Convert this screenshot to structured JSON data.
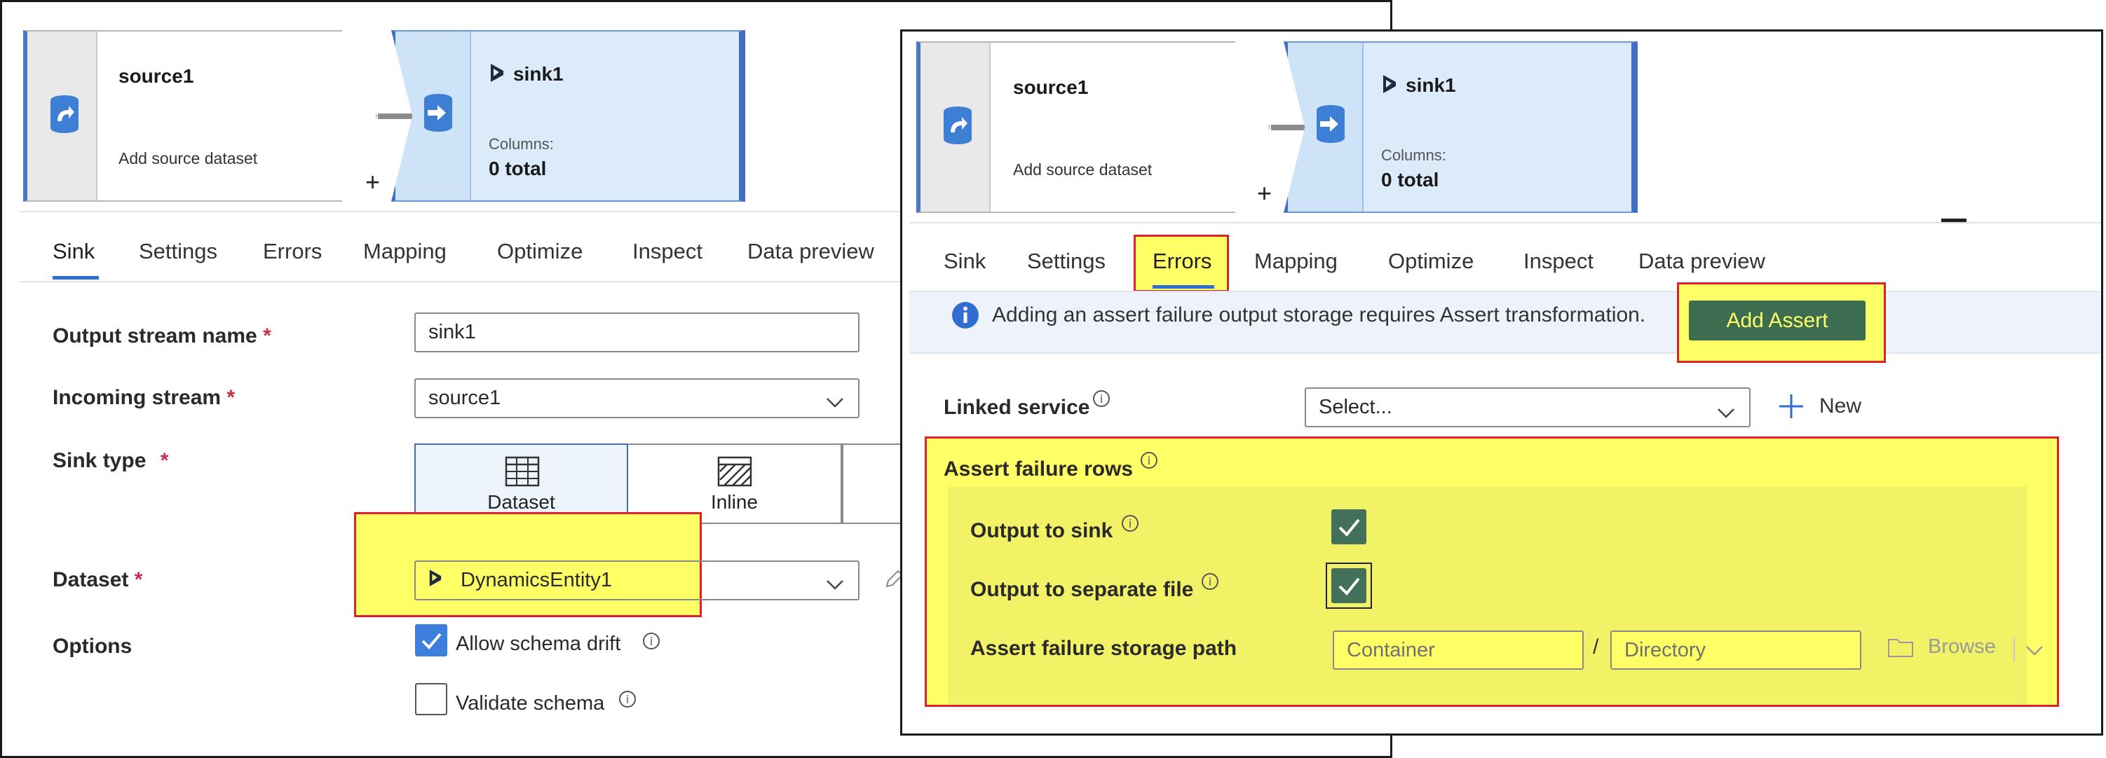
{
  "left": {
    "source_node": {
      "title": "source1",
      "subtitle": "Add source dataset"
    },
    "sink_node": {
      "title": "sink1",
      "columns_label": "Columns:",
      "columns_value": "0 total"
    },
    "add_symbol": "+",
    "tabs": [
      "Sink",
      "Settings",
      "Errors",
      "Mapping",
      "Optimize",
      "Inspect",
      "Data preview"
    ],
    "active_tab": "Sink",
    "form": {
      "output_stream_label": "Output stream name",
      "output_stream_value": "sink1",
      "incoming_stream_label": "Incoming stream",
      "incoming_stream_value": "source1",
      "sink_type_label": "Sink type",
      "sink_type_options": [
        "Dataset",
        "Inline"
      ],
      "dataset_label": "Dataset",
      "dataset_value": "DynamicsEntity1",
      "options_label": "Options",
      "allow_schema_drift_label": "Allow schema drift",
      "allow_schema_drift_checked": true,
      "validate_schema_label": "Validate schema",
      "validate_schema_checked": false,
      "required_mark": "*"
    }
  },
  "right": {
    "source_node": {
      "title": "source1",
      "subtitle": "Add source dataset"
    },
    "sink_node": {
      "title": "sink1",
      "columns_label": "Columns:",
      "columns_value": "0 total"
    },
    "add_symbol": "+",
    "tabs": [
      "Sink",
      "Settings",
      "Errors",
      "Mapping",
      "Optimize",
      "Inspect",
      "Data preview"
    ],
    "active_tab": "Errors",
    "info_banner": "Adding an assert failure output storage requires Assert transformation.",
    "add_assert_button": "Add Assert",
    "linked_service_label": "Linked service",
    "linked_service_placeholder": "Select...",
    "new_button": "New",
    "assert_section_title": "Assert failure rows",
    "output_to_sink_label": "Output to sink",
    "output_to_sink_checked": true,
    "output_separate_file_label": "Output to separate file",
    "output_separate_file_checked": true,
    "storage_path_label": "Assert failure storage path",
    "container_placeholder": "Container",
    "path_separator": "/",
    "directory_placeholder": "Directory",
    "browse_label": "Browse"
  },
  "colors": {
    "accent_blue": "#2f6dd0",
    "highlight_yellow": "#ffff66",
    "highlight_red": "#e0202a",
    "assert_button_green": "#3c6d51",
    "checkbox_green": "#42705a",
    "checkbox_blue": "#3d7fdc"
  },
  "icons": [
    "source-icon",
    "sink-icon",
    "dynamics-icon",
    "chevron-down-icon",
    "info-icon",
    "table-icon",
    "inline-hatch-icon",
    "check-icon",
    "plus-icon",
    "folder-icon"
  ]
}
